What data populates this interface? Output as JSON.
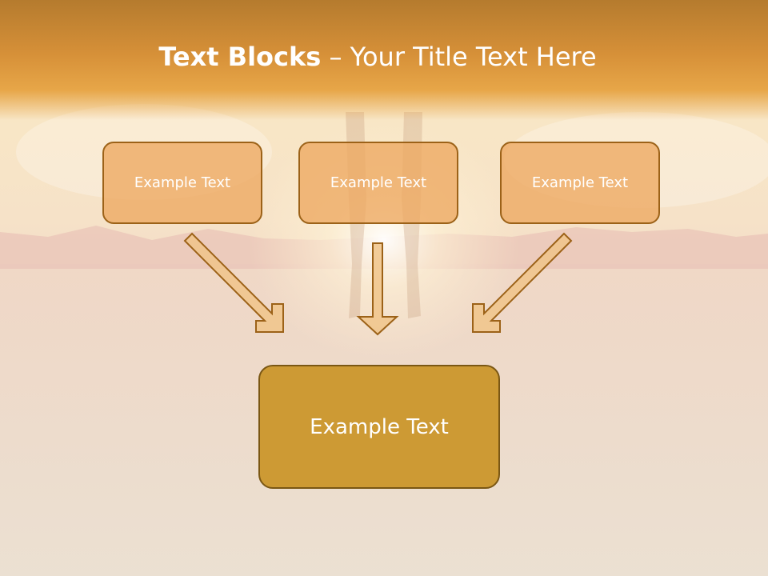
{
  "slide": {
    "title_bold": "Text Blocks",
    "title_dash": " – ",
    "title_rest": "Your Title Text Here"
  },
  "blocks": {
    "left": "Example Text",
    "center": "Example Text",
    "right": "Example Text",
    "result": "Example Text"
  },
  "colors": {
    "title_band": "#d69038",
    "small_box_fill": "#eda860",
    "small_box_border": "#9c6218",
    "big_box_fill": "#cd9a34",
    "big_box_border": "#7a5714",
    "arrow_fill": "#f0c48a",
    "arrow_stroke": "#9c6218"
  }
}
